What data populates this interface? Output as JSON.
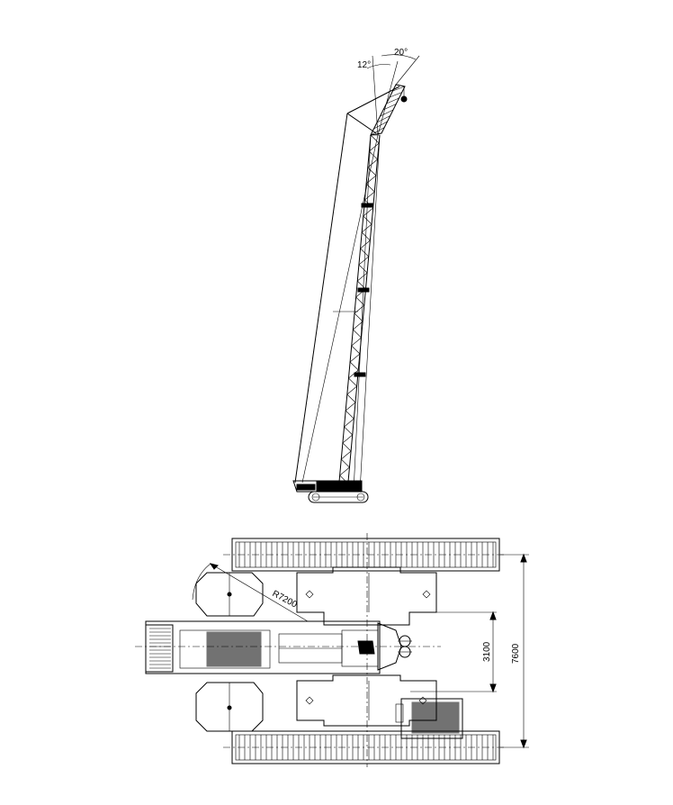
{
  "side_view": {
    "angle_small": "12°",
    "angle_large": "20°"
  },
  "plan_view": {
    "radius_label": "R7200",
    "dim_inner_width": "3100",
    "dim_outer_width": "7600"
  }
}
